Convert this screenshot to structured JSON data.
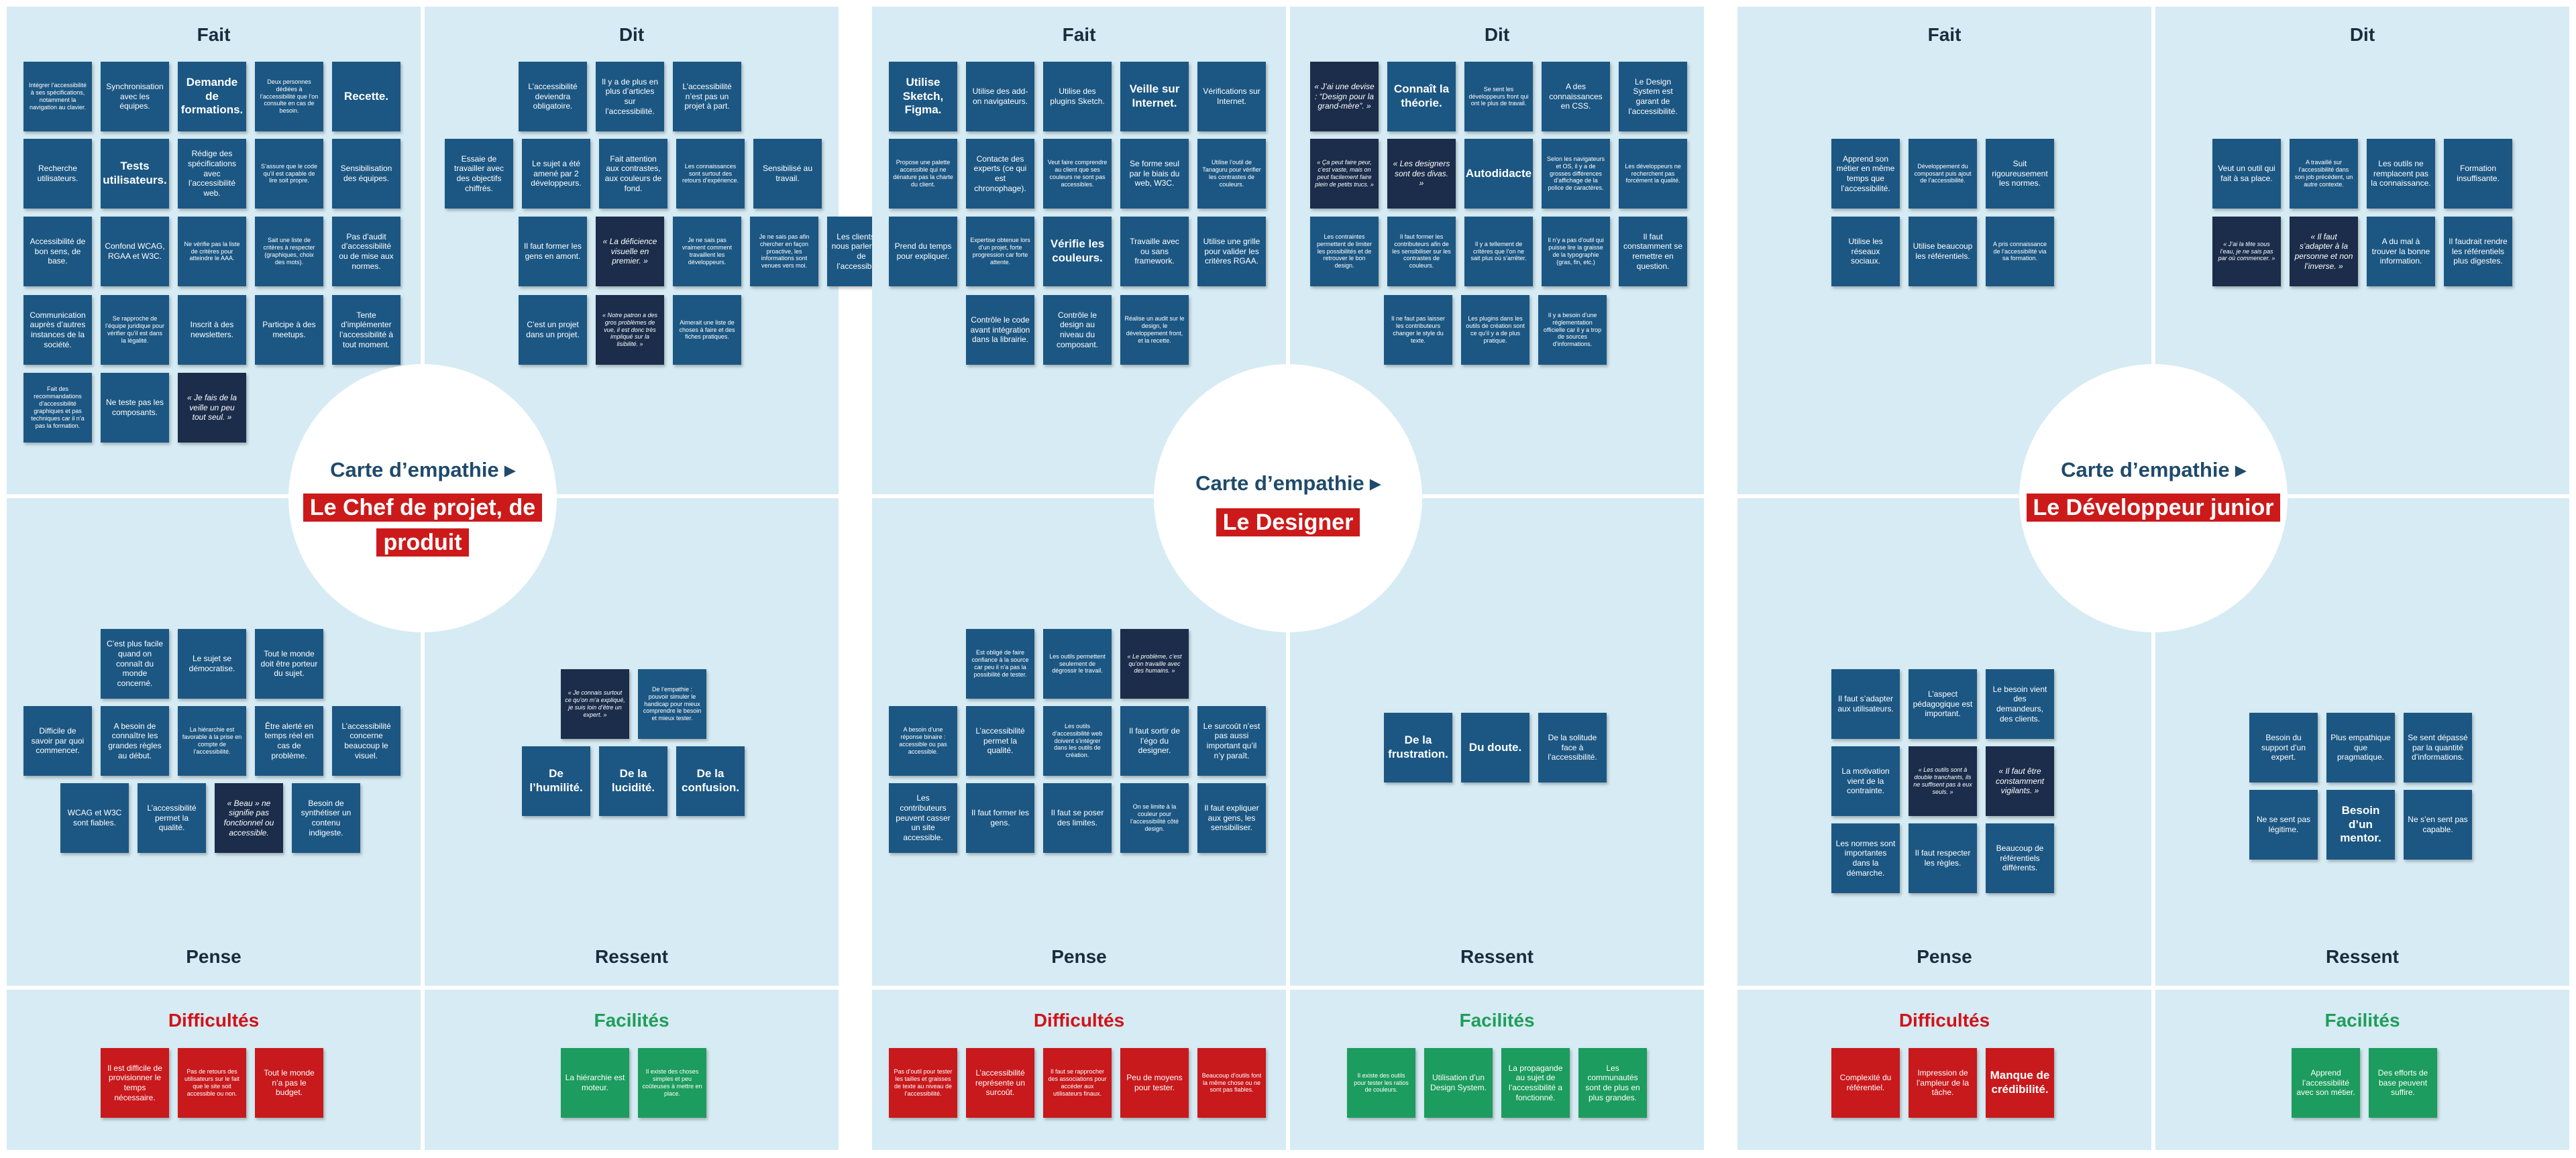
{
  "quadrant_labels": {
    "fait": "Fait",
    "dit": "Dit",
    "pense": "Pense",
    "ressent": "Ressent",
    "difficultes": "Difficultés",
    "facilites": "Facilités"
  },
  "circle_title": "Carte d’empathie ▸",
  "colors": {
    "background": "#d6ebf3",
    "note_blue": "#1c5783",
    "note_navy": "#1b2d4a",
    "note_red": "#c8191c",
    "note_green": "#1c9c5e",
    "accent_red": "#cc1a1a",
    "title_blue": "#1f4a6b"
  },
  "panels": [
    {
      "persona": "Le Chef de projet, de produit",
      "fait": [
        "Intégrer l’accessibilité à ses spécifications, notamment la navigation au clavier.",
        "Synchronisation avec les équipes.",
        "Demande de formations.",
        "Deux personnes dédiées à l’accessibilité que l’on consulte en cas de besoin.",
        "Recette.",
        "Recherche utilisateurs.",
        "Tests utilisateurs.",
        "Rédige des spécifications avec l’accessibilité web.",
        "S’assure que le code qu’il est capable de lire soit propre.",
        "Sensibilisation des équipes.",
        "Accessibilité de bon sens, de base.",
        "Confond WCAG, RGAA et W3C.",
        "Ne vérifie pas la liste de critères pour atteindre le AAA.",
        "Sait une liste de critères à respecter (graphiques, choix des mots).",
        "Pas d’audit d’accessibilité ou de mise aux normes.",
        "Communication auprès d’autres instances de la société.",
        "Se rapproche de l’équipe juridique pour vérifier qu’il est dans la légalité.",
        "Inscrit à des newsletters.",
        "Participe à des meetups.",
        "Tente d’implémenter l’accessibilité à tout moment.",
        "Fait des recommandations d’accessibilité graphiques et pas techniques car il n’a pas la formation.",
        "Ne teste pas les composants.",
        "« Je fais de la veille un peu tout seul. »"
      ],
      "dit": [
        "L’accessibilité deviendra obligatoire.",
        "Il y a de plus en plus d’articles sur l’accessibilité.",
        "L’accessibilité n’est pas un projet à part.",
        "Essaie de travailler avec des objectifs chiffrés.",
        "Le sujet a été amené par 2 développeurs.",
        "Fait attention aux contrastes, aux couleurs de fond.",
        "Les connaissances sont surtout des retours d’expérience.",
        "Sensibilisé au travail.",
        "Il faut former les gens en amont.",
        "« La déficience visuelle en premier. »",
        "Je ne sais pas vraiment comment travaillent les développeurs.",
        "Je ne sais pas afin chercher en façon proactive, les informations sont venues vers moi.",
        "Les clients ne nous parlent pas de l’accessibilité.",
        "C’est un projet dans un projet.",
        "« Notre patron a des gros problèmes de vue, il est donc très impliqué sur la lisibilité. »",
        "Aimerait une liste de choses à faire et des fiches pratiques."
      ],
      "pense": [
        "C’est plus facile quand on connaît du monde concerné.",
        "Le sujet se démocratise.",
        "Tout le monde doit être porteur du sujet.",
        "Difficile de savoir par quoi commencer.",
        "A besoin de connaître les grandes règles au début.",
        "La hiérarchie est favorable à la prise en compte de l’accessibilité.",
        "Être alerté en temps réel en cas de problème.",
        "L’accessibilité concerne beaucoup le visuel.",
        "WCAG et W3C sont fiables.",
        "L’accessibilité permet la qualité.",
        "« Beau » ne signifie pas fonctionnel ou accessible.",
        "Besoin de synthétiser un contenu indigeste."
      ],
      "ressent": [
        "« Je connais surtout ce qu’on m’a expliqué, je suis loin d’être un expert. »",
        "De l’empathie : pouvoir simuler le handicap pour mieux comprendre le besoin et mieux tester.",
        "De l’humilité.",
        "De la lucidité.",
        "De la confusion."
      ],
      "difficultes": [
        "Il est difficile de provisionner le temps nécessaire.",
        "Pas de retours des utilisateurs sur le fait que le site soit accessible ou non.",
        "Tout le monde n’a pas le budget."
      ],
      "facilites": [
        "La hiérarchie est moteur.",
        "Il existe des choses simples et peu coûteuses à mettre en place."
      ]
    },
    {
      "persona": "Le Designer",
      "fait": [
        "Utilise Sketch, Figma.",
        "Utilise des add-on navigateurs.",
        "Utilise des plugins Sketch.",
        "Veille sur Internet.",
        "Vérifications sur Internet.",
        "Propose une palette accessible qui ne dénature pas la charte du client.",
        "Contacte des experts (ce qui est chronophage).",
        "Veut faire comprendre au client que ses couleurs ne sont pas accessibles.",
        "Se forme seul par le biais du web, W3C.",
        "Utilise l’outil de Tanaguru pour vérifier les contrastes de couleurs.",
        "Prend du temps pour expliquer.",
        "Expertise obtenue lors d’un projet, forte progression car forte attente.",
        "Vérifie les couleurs.",
        "Travaille avec ou sans framework.",
        "Utilise une grille pour valider les critères RGAA.",
        "Contrôle le code avant intégration dans la librairie.",
        "Contrôle le design au niveau du composant.",
        "Réalise un audit sur le design, le développement front, et la recette."
      ],
      "dit": [
        "« J’ai une devise : “Design pour la grand-mère”. »",
        "Connaît la théorie.",
        "Se sent les développeurs front qui ont le plus de travail.",
        "A des connaissances en CSS.",
        "Le Design System est garant de l’accessibilité.",
        "« Ça peut faire peur, c’est vaste, mais on peut facilement faire plein de petits trucs. »",
        "« Les designers sont des divas. »",
        "Autodidacte",
        "Selon les navigateurs et OS, il y a de grosses différences d’affichage de la police de caractères.",
        "Les développeurs ne recherchent pas forcément la qualité.",
        "Les contraintes permettent de limiter les possibilités et de retrouver le bon design.",
        "Il faut former les contributeurs afin de les sensibiliser sur les contrastes de couleurs.",
        "Il y a tellement de critères que l’on ne sait plus où s’arrêter.",
        "Il n’y a pas d’outil qui puisse lire la graisse de la typographie (gras, fin, etc.)",
        "Il faut constamment se remettre en question.",
        "Il ne faut pas laisser les contributeurs changer le style du texte.",
        "Les plugins dans les outils de création sont ce qu’il y a de plus pratique.",
        "Il y a besoin d’une réglementation officielle car il y a trop de sources d’informations."
      ],
      "pense": [
        "Est obligé de faire confiance à la source car peu il n’a pas la possibilité de tester.",
        "Les outils permettent seulement de dégrossir le travail.",
        "« Le problème, c’est qu’on travaille avec des humains. »",
        "A besoin d’une réponse binaire : accessible ou pas accessible.",
        "L’accessibilité permet la qualité.",
        "Les outils d’accessibilité web doivent s’intégrer dans les outils de création.",
        "Il faut sortir de l’égo du designer.",
        "Le surcoût n’est pas aussi important qu’il n’y paraît.",
        "Les contributeurs peuvent casser un site accessible.",
        "Il faut former les gens.",
        "Il faut se poser des limites.",
        "On se limite à la couleur pour l’accessibilité côté design.",
        "Il faut expliquer aux gens, les sensibiliser."
      ],
      "ressent": [
        "De la frustration.",
        "Du doute.",
        "De la solitude face à l’accessibilité."
      ],
      "difficultes": [
        "Pas d’outil pour tester les tailles et graisses de texte au niveau de l’accessibilité.",
        "L’accessibilité représente un surcoût.",
        "Il faut se rapprocher des associations pour accéder aux utilisateurs finaux.",
        "Peu de moyens pour tester.",
        "Beaucoup d’outils font la même chose ou ne sont pas fiables."
      ],
      "facilites": [
        "Il existe des outils pour tester les ratios de couleurs.",
        "Utilisation d’un Design System.",
        "La propagande au sujet de l’accessibilité a fonctionné.",
        "Les communautés sont de plus en plus grandes."
      ]
    },
    {
      "persona": "Le Développeur junior",
      "fait": [
        "Apprend son métier en même temps que l’accessibilité.",
        "Développement du composant puis ajout de l’accessibilité.",
        "Suit rigoureusement les normes.",
        "Utilise les réseaux sociaux.",
        "Utilise beaucoup les référentiels.",
        "A pris connaissance de l’accessibilité via sa formation."
      ],
      "dit": [
        "Veut un outil qui fait à sa place.",
        "A travaillé sur l’accessibilité dans son job précédent, un autre contexte.",
        "Les outils ne remplacent pas la connaissance.",
        "Formation insuffisante.",
        "« J’ai la tête sous l’eau, je ne sais pas par où commencer. »",
        "« Il faut s’adapter à la personne et non l’inverse. »",
        "A du mal à trouver la bonne information.",
        "Il faudrait rendre les référentiels plus digestes."
      ],
      "pense": [
        "Il faut s’adapter aux utilisateurs.",
        "L’aspect pédagogique est important.",
        "Le besoin vient des demandeurs, des clients.",
        "La motivation vient de la contrainte.",
        "« Les outils sont à double tranchants, ils ne suffisent pas à eux seuls. »",
        "« Il faut être constamment vigilants. »",
        "Les normes sont importantes dans la démarche.",
        "Il faut respecter les règles.",
        "Beaucoup de référentiels différents."
      ],
      "ressent": [
        "Besoin du support d’un expert.",
        "Plus empathique que pragmatique.",
        "Se sent dépassé par la quantité d’informations.",
        "Ne se sent pas légitime.",
        "Besoin d’un mentor.",
        "Ne s’en sent pas capable."
      ],
      "difficultes": [
        "Complexité du référentiel.",
        "Impression de l’ampleur de la tâche.",
        "Manque de crédibilité."
      ],
      "facilites": [
        "Apprend l’accessibilité avec son métier.",
        "Des efforts de base peuvent suffire."
      ]
    }
  ]
}
